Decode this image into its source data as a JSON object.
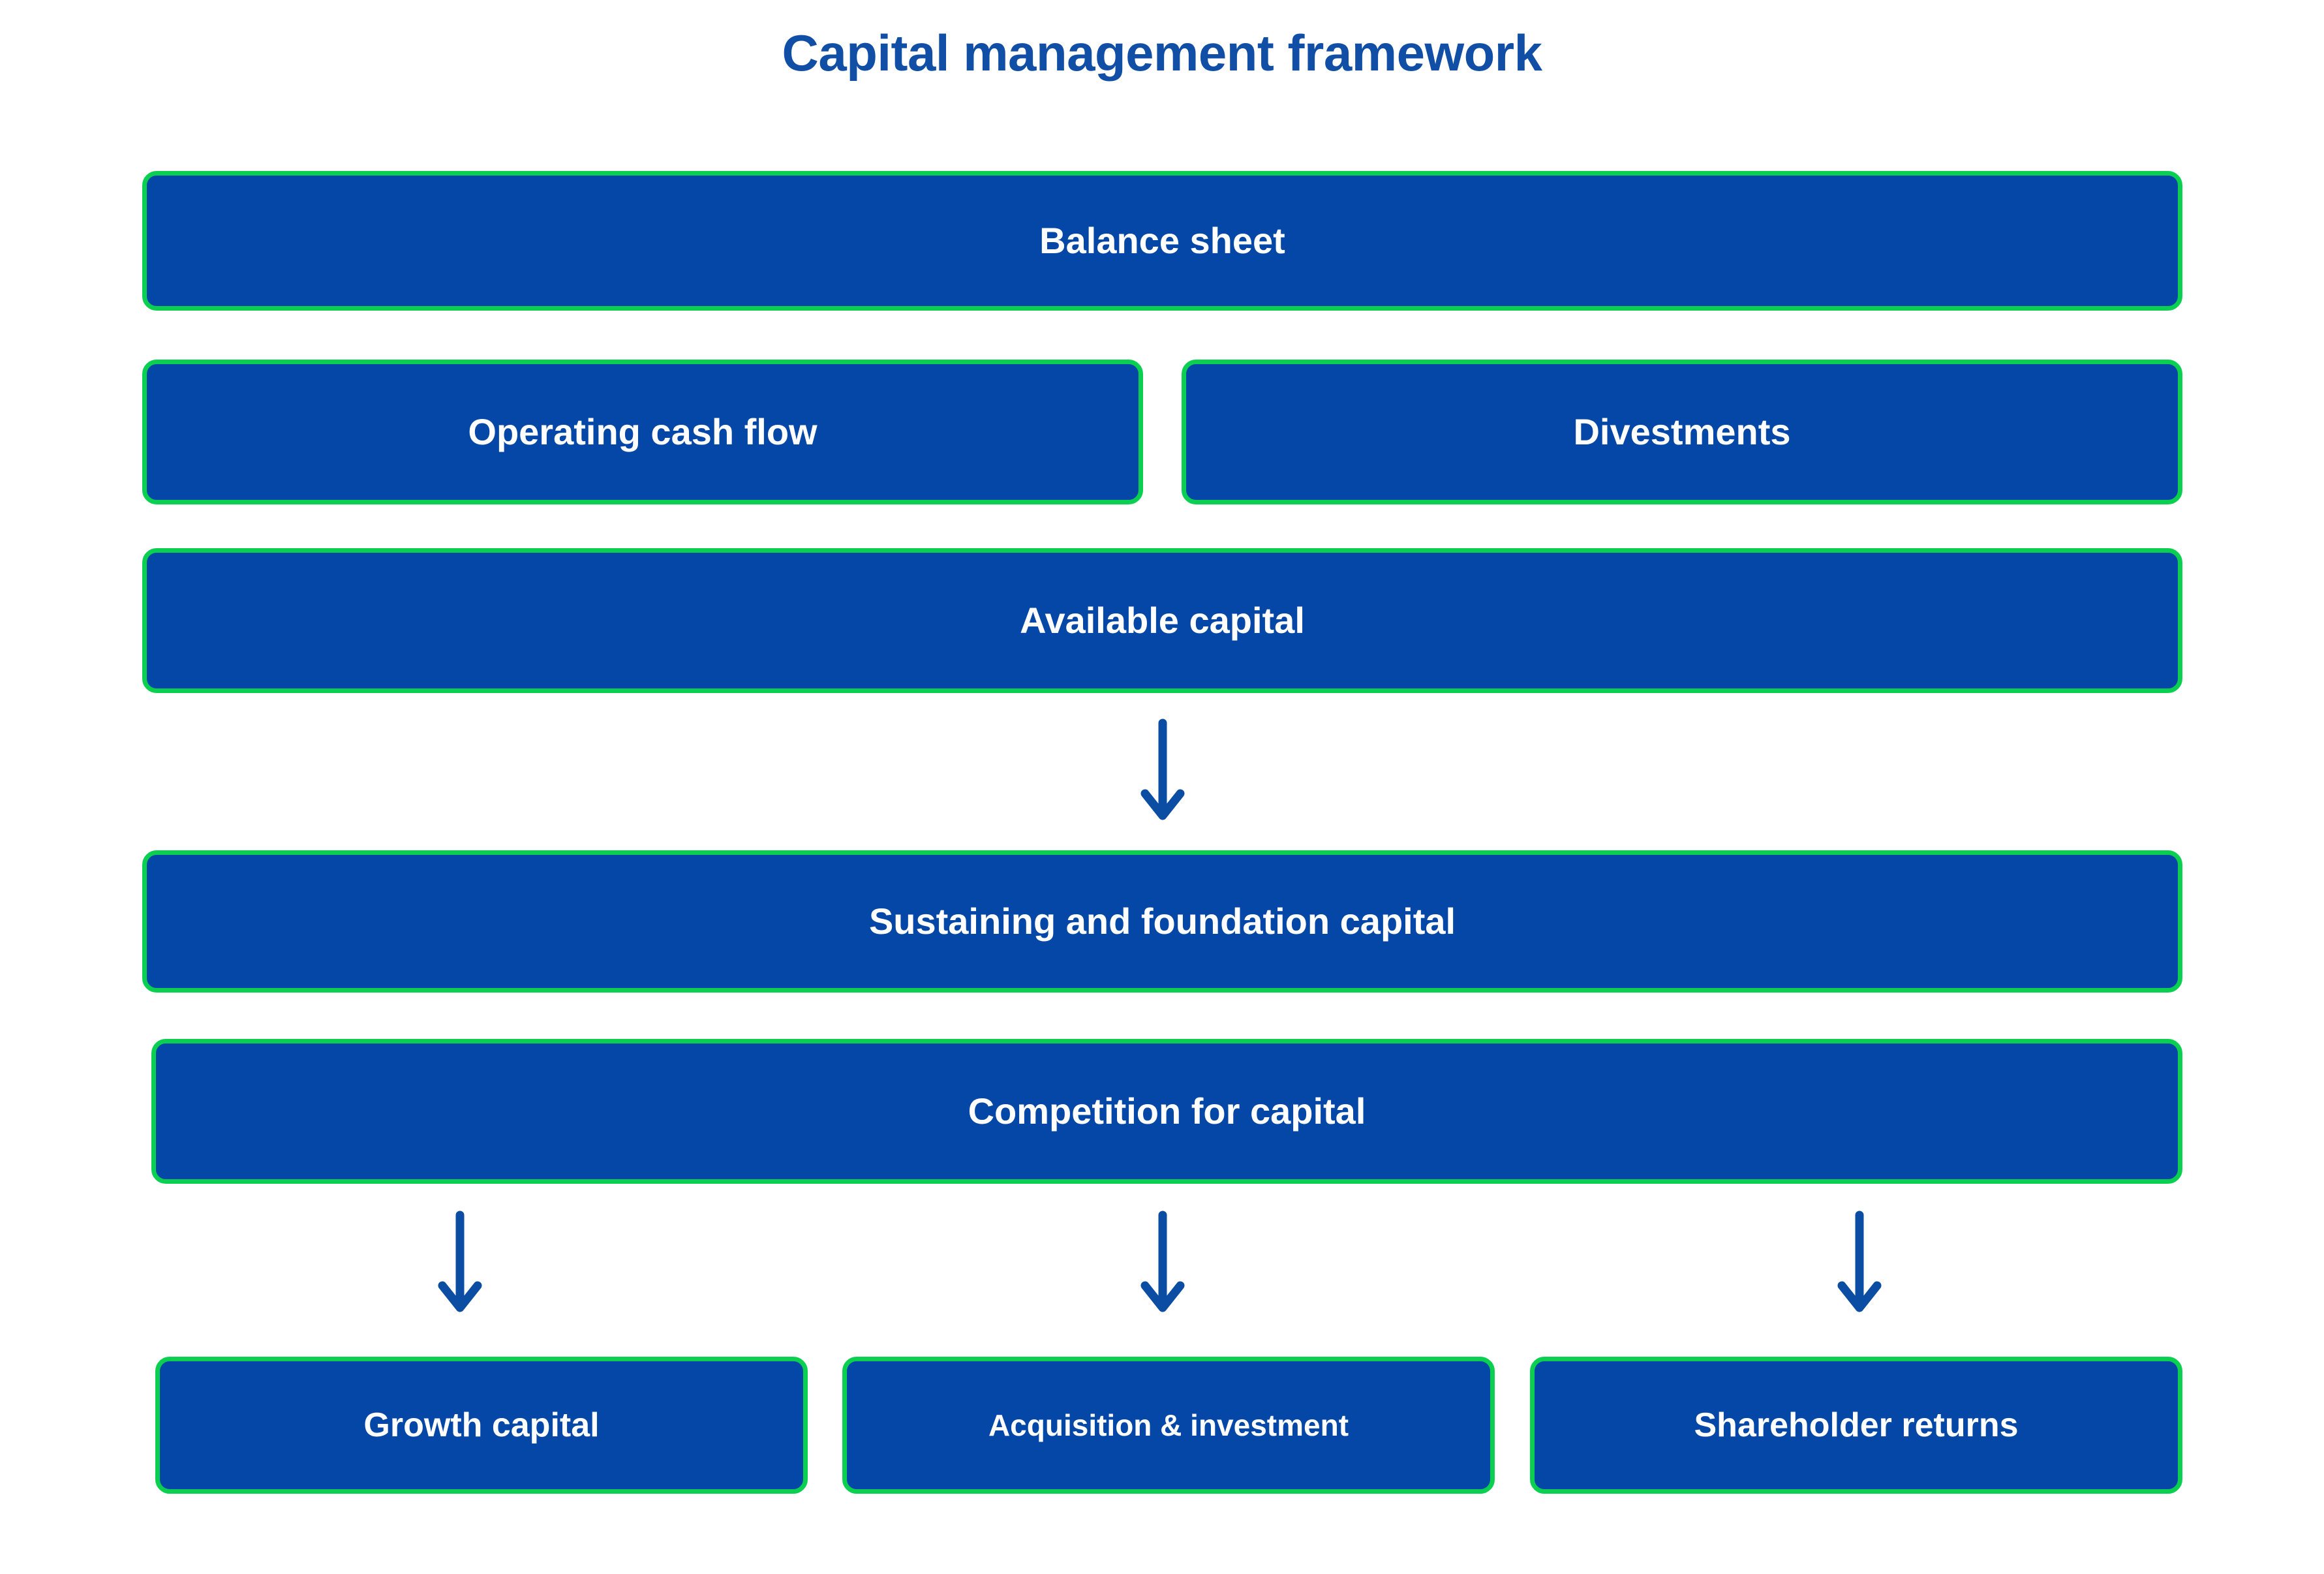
{
  "diagram": {
    "title": "Capital management framework",
    "colors": {
      "title_blue": "#114EA5",
      "box_fill": "#0447A6",
      "box_border_green": "#0ACF51",
      "box_text": "#FFFFFF",
      "arrow_blue": "#0B4DA2",
      "background": "#FFFFFF"
    },
    "rows": [
      {
        "id": "row-balance-sheet",
        "boxes": [
          {
            "id": "balance-sheet",
            "label": "Balance sheet"
          }
        ]
      },
      {
        "id": "row-sources",
        "boxes": [
          {
            "id": "operating-cash-flow",
            "label": "Operating cash flow"
          },
          {
            "id": "divestments",
            "label": "Divestments"
          }
        ]
      },
      {
        "id": "row-available-capital",
        "boxes": [
          {
            "id": "available-capital",
            "label": "Available capital"
          }
        ]
      },
      {
        "id": "row-sustaining",
        "boxes": [
          {
            "id": "sustaining-and-foundation-capital",
            "label": "Sustaining and foundation capital"
          }
        ]
      },
      {
        "id": "row-competition",
        "boxes": [
          {
            "id": "competition-for-capital",
            "label": "Competition for capital"
          }
        ]
      },
      {
        "id": "row-allocation",
        "boxes": [
          {
            "id": "growth-capital",
            "label": "Growth capital"
          },
          {
            "id": "acquisition-and-investment",
            "label": "Acquisition & investment"
          },
          {
            "id": "shareholder-returns",
            "label": "Shareholder returns"
          }
        ]
      }
    ],
    "connectors": [
      {
        "id": "arrow-available-to-sustaining",
        "direction": "down"
      },
      {
        "id": "arrow-competition-to-growth",
        "direction": "down"
      },
      {
        "id": "arrow-competition-to-acquisition",
        "direction": "down"
      },
      {
        "id": "arrow-competition-to-shareholder",
        "direction": "down"
      }
    ]
  }
}
